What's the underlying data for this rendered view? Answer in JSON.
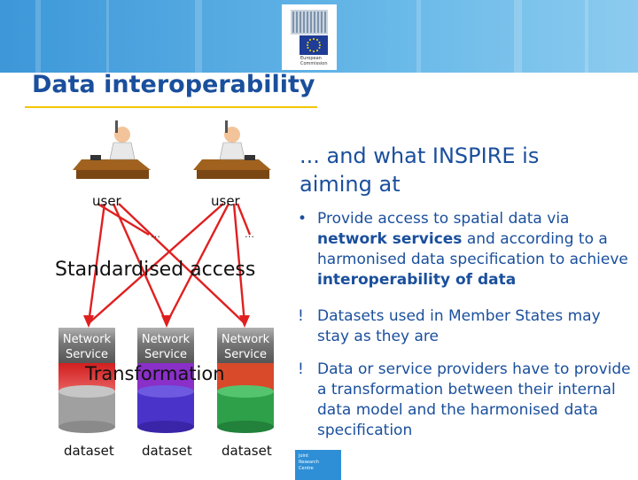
{
  "header": {
    "logo_line1": "European",
    "logo_line2": "Commission",
    "title": "Data interoperability"
  },
  "diagram": {
    "users": [
      {
        "label": "user",
        "icon": "person-at-desk-icon"
      },
      {
        "label": "user",
        "icon": "person-at-desk-icon"
      }
    ],
    "ellipsis": "…",
    "standardised_access": "Standardised access",
    "network_services": [
      {
        "label_line1": "Network",
        "label_line2": "Service"
      },
      {
        "label_line1": "Network",
        "label_line2": "Service"
      },
      {
        "label_line1": "Network",
        "label_line2": "Service"
      }
    ],
    "transformation": "Transformation",
    "datasets": [
      {
        "label": "dataset",
        "color": "#a0a0a0"
      },
      {
        "label": "dataset",
        "color": "#4a33c9"
      },
      {
        "label": "dataset",
        "color": "#2fa04a"
      }
    ],
    "colors": {
      "arrow": "#e02020",
      "ns_fill": "#7a7a7a",
      "ns_highlight": "#b0b0b0"
    }
  },
  "panel": {
    "heading": "... and what INSPIRE is aiming at",
    "bullets": [
      {
        "marker": "•",
        "parts": [
          {
            "text": "Provide access to spatial data via ",
            "bold": false
          },
          {
            "text": "network services",
            "bold": true
          },
          {
            "text": " and according to a harmonised data specification to achieve ",
            "bold": false
          },
          {
            "text": "interoperability of data",
            "bold": true
          }
        ]
      },
      {
        "marker": "!",
        "parts": [
          {
            "text": "Datasets used in Member States may stay as they are",
            "bold": false
          }
        ]
      },
      {
        "marker": "!",
        "parts": [
          {
            "text": "Data or service providers have to provide a transformation between their internal data model and the harmonised data specification",
            "bold": false
          }
        ]
      }
    ]
  },
  "footer": {
    "logo_line1": "Joint",
    "logo_line2": "Research",
    "logo_line3": "Centre"
  },
  "theme": {
    "banner_blue": "#3d97d8",
    "title_blue": "#1a4f9c",
    "rule_yellow": "#f2c500"
  }
}
